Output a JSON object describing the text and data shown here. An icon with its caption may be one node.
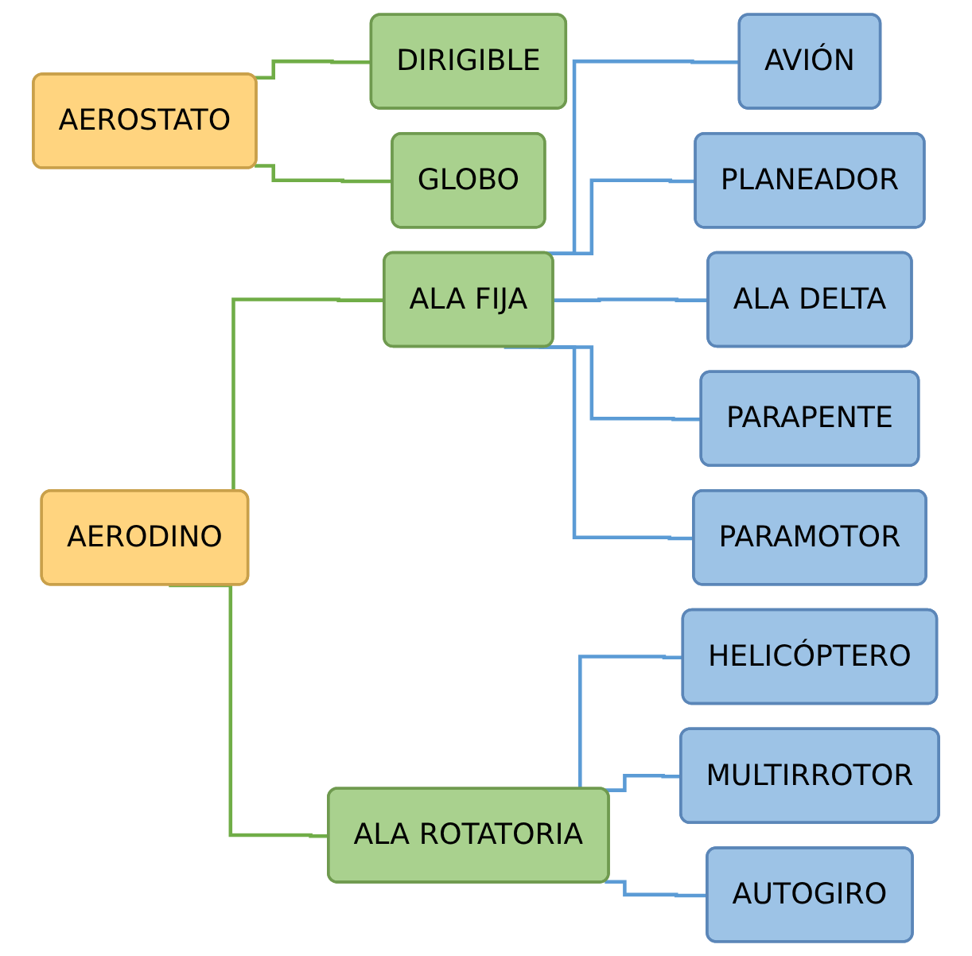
{
  "diagram": {
    "nodes": [
      {
        "text": [
          "AEROSTATO"
        ]
      },
      {
        "text": [
          "DIRIGIBLE"
        ]
      },
      {
        "text": [
          "GLOBO"
        ]
      },
      {
        "text": [
          "AERODINO"
        ]
      },
      {
        "text": [
          "ALA FIJA"
        ]
      },
      {
        "text": [
          "ALA ROTATORIA"
        ]
      },
      {
        "text": [
          "AVIÓN"
        ]
      },
      {
        "text": [
          "PLANEADOR"
        ]
      },
      {
        "text": [
          "ALA DELTA"
        ]
      },
      {
        "text": [
          "PARAPENTE"
        ]
      },
      {
        "text": [
          "PARAMOTOR"
        ]
      },
      {
        "text": [
          "HELICÓPTERO"
        ]
      },
      {
        "text": [
          "MULTIRROTOR"
        ]
      },
      {
        "text": [
          "AUTOGIRO"
        ]
      }
    ],
    "edges": [
      {
        "from": 0,
        "to": 1,
        "arrow": "none",
        "color": "#70ad47"
      },
      {
        "from": 0,
        "to": 2,
        "arrow": "none",
        "color": "#70ad47"
      },
      {
        "from": 3,
        "to": 4,
        "arrow": "none",
        "color": "#70ad47"
      },
      {
        "from": 3,
        "to": 5,
        "arrow": "none",
        "color": "#70ad47"
      },
      {
        "from": 4,
        "to": 6,
        "arrow": "none"
      },
      {
        "from": 4,
        "to": 7,
        "arrow": "none"
      },
      {
        "from": 4,
        "to": 8,
        "arrow": "none"
      },
      {
        "from": 4,
        "to": 9,
        "arrow": "none"
      },
      {
        "from": 4,
        "to": 10,
        "arrow": "none"
      },
      {
        "from": 5,
        "to": 11,
        "arrow": "none"
      },
      {
        "from": 5,
        "to": 12,
        "arrow": "none"
      },
      {
        "from": 5,
        "to": 13,
        "arrow": "none"
      }
    ]
  }
}
